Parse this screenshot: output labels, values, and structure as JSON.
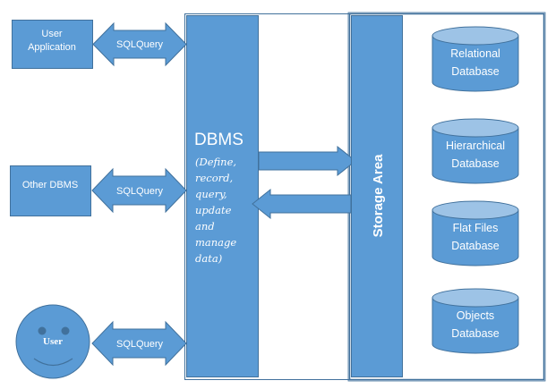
{
  "colors": {
    "fill": "#5b9bd5",
    "stroke": "#41719c",
    "cylinder_top": "#9dc3e6",
    "frame": "#41719c",
    "text": "#ffffff"
  },
  "sources": [
    {
      "id": "user-application",
      "lines": [
        "User",
        "Application"
      ],
      "shape": "rectangle"
    },
    {
      "id": "other-dbms",
      "lines": [
        "Other DBMS"
      ],
      "shape": "rectangle"
    },
    {
      "id": "user",
      "lines": [
        "User"
      ],
      "shape": "smiley-face"
    }
  ],
  "connectors": [
    {
      "label": "SQLQuery"
    },
    {
      "label": "SQLQuery"
    },
    {
      "label": "SQLQuery"
    }
  ],
  "dbms": {
    "title": "DBMS",
    "description_lines": [
      "(Define,",
      "record,",
      "query,",
      "update",
      "and",
      "manage",
      "data)"
    ]
  },
  "storage": {
    "title": "Storage Area"
  },
  "databases": [
    {
      "lines": [
        "Relational",
        "Database"
      ]
    },
    {
      "lines": [
        "Hierarchical",
        "Database"
      ]
    },
    {
      "lines": [
        "Flat Files",
        "Database"
      ]
    },
    {
      "lines": [
        "Objects",
        "Database"
      ]
    }
  ]
}
